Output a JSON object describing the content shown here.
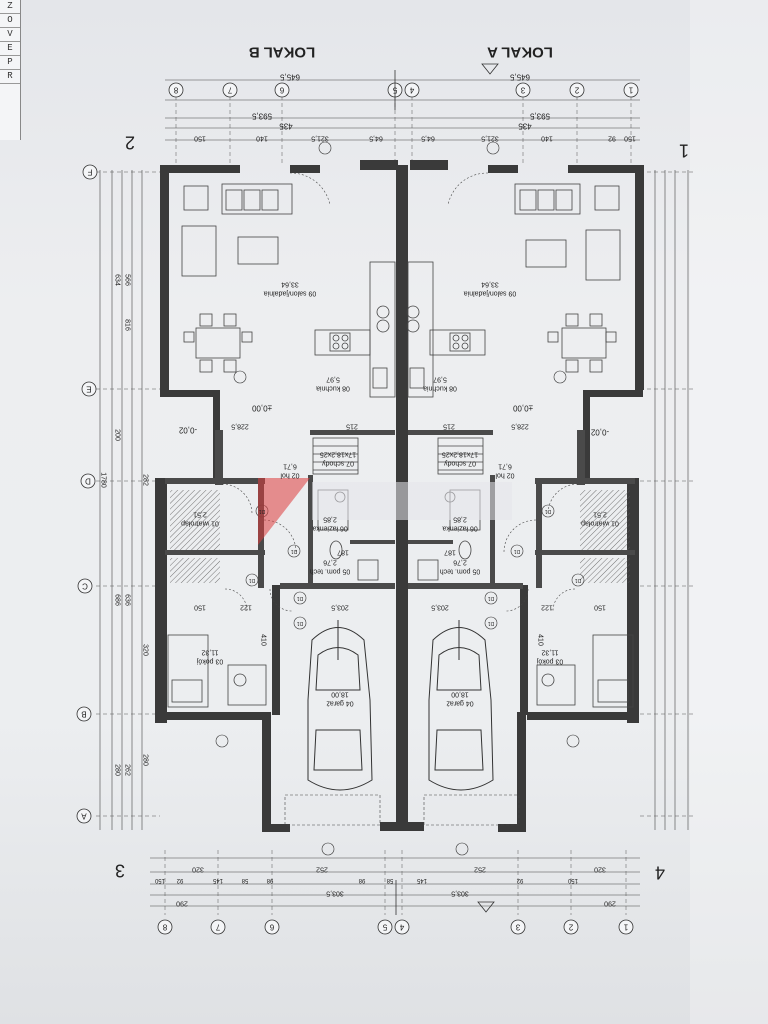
{
  "side_tab": [
    "Z",
    "O",
    "V",
    "E",
    "P",
    "R"
  ],
  "title_b": "LOKAL B",
  "title_a": "LOKAL A",
  "corners": {
    "tr": "1",
    "tl": "2",
    "bl": "3",
    "br": "4"
  },
  "axes_top": [
    "8",
    "7",
    "6",
    "5",
    "4",
    "3",
    "2",
    "1"
  ],
  "axes_left": [
    "F",
    "E",
    "D",
    "C",
    "B",
    "A"
  ],
  "axes_bottom": [
    "8",
    "7",
    "6",
    "5",
    "4",
    "3",
    "2",
    "1"
  ],
  "dims_top_1": [
    "645,5",
    "645,5"
  ],
  "dims_top_2": [
    "593,5",
    "593,5"
  ],
  "dims_top_3": [
    "435",
    "435"
  ],
  "dims_top_4": [
    "150",
    "140",
    "321,5",
    "64,5",
    "64,5",
    "321,5",
    "140",
    "92",
    "150"
  ],
  "dims_left": [
    "634",
    "566",
    "816",
    "200",
    "1780",
    "282",
    "686",
    "636",
    "320",
    "280",
    "262",
    "280"
  ],
  "dims_bottom_1": [
    "320",
    "252",
    "252",
    "320"
  ],
  "dims_bottom_2": [
    "303,5",
    "303,5"
  ],
  "dims_bottom_3": [
    "290",
    "290"
  ],
  "dims_bottom_4": [
    "150",
    "92",
    "145",
    "58",
    "98",
    "98",
    "58",
    "145",
    "92",
    "150"
  ],
  "rooms": {
    "salon": "09 salon/jadalnia",
    "salon_area": "33,64",
    "kuchnia": "08 kuchnia",
    "kuchnia_area": "5,97",
    "hol": "02 hol",
    "hol_area": "6,71",
    "wiatrolap": "01 wiatrołap",
    "wiatrolap_area": "2,51",
    "lazienka": "06 łazienka",
    "lazienka_area": "2,85",
    "pom_tech": "05 pom. tech",
    "pom_tech_area": "2,76",
    "pokoj": "03 pokój",
    "pokoj_area": "11,32",
    "garaz": "04 garaż",
    "garaz_area": "18,00",
    "schody": "07 schody",
    "schody_spec": "17x18,2x25",
    "level_0": "±0,00",
    "level_m002": "-0,02",
    "dim_215": "215",
    "dim_2285": "228,5",
    "dim_2035": "203,5",
    "dim_187": "187",
    "dim_410": "410",
    "dim_122": "122",
    "dim_150": "150"
  },
  "marks": [
    "D1",
    "D1",
    "D1",
    "D1",
    "D1",
    "D1",
    "D1",
    "D1",
    "D1",
    "D1"
  ]
}
